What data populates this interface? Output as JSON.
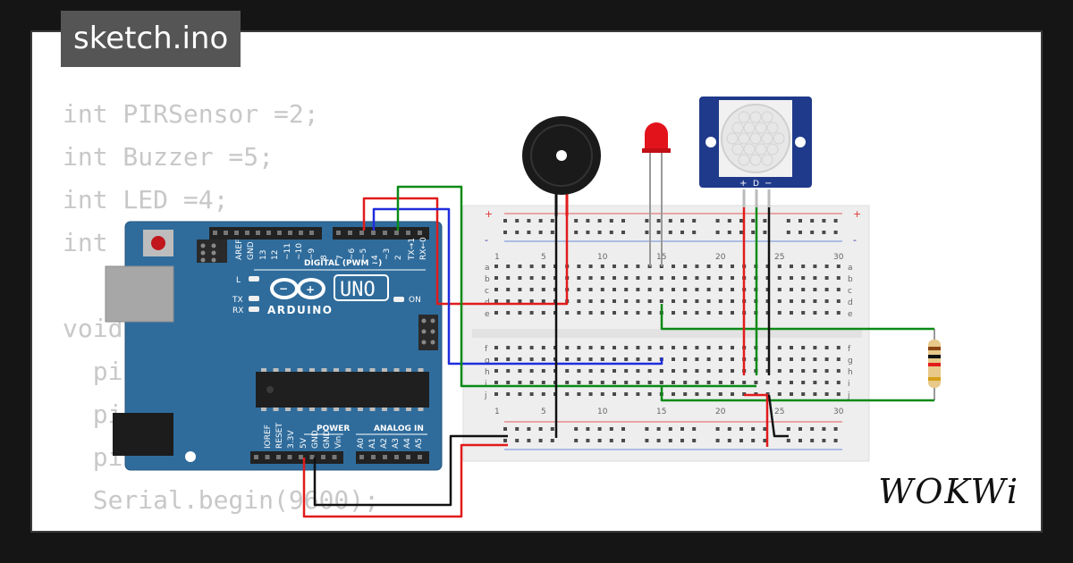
{
  "file_tab": {
    "label": "sketch.ino"
  },
  "code_lines": [
    "int PIRSensor =2;",
    "int Buzzer =5;",
    "int LED =4;",
    "int ",
    "",
    "void",
    "  pi",
    "  pi",
    "  pi",
    "  Serial.begin(9600);",
    "}"
  ],
  "arduino": {
    "brand_text": "ARDUINO",
    "model_text": "UNO",
    "digital_header": "DIGITAL (PWM ~)",
    "power_header": "POWER",
    "analog_header": "ANALOG IN",
    "on_label": "ON",
    "l_label": "L",
    "tx_label": "TX",
    "rx_label": "RX",
    "top_pins": [
      "AREF",
      "GND",
      "13",
      "12",
      "~11",
      "~10",
      "~9",
      "8",
      "7",
      "~6",
      "~5",
      "4",
      "~3",
      "2",
      "TX→1",
      "RX←0"
    ],
    "power_pins": [
      "IOREF",
      "RESET",
      "3.3V",
      "5V",
      "GND",
      "GND",
      "Vin"
    ],
    "analog_pins": [
      "A0",
      "A1",
      "A2",
      "A3",
      "A4",
      "A5"
    ]
  },
  "breadboard": {
    "column_labels": [
      "1",
      "5",
      "10",
      "15",
      "20",
      "25",
      "30"
    ],
    "row_labels_top": [
      "a",
      "b",
      "c",
      "d",
      "e"
    ],
    "row_labels_bottom": [
      "f",
      "g",
      "h",
      "i",
      "j"
    ],
    "rail_plus": "+",
    "rail_minus": "-"
  },
  "pir": {
    "pin_labels": [
      "+",
      "D",
      "−"
    ]
  },
  "colors": {
    "arduino_blue": "#2f6c9c",
    "wire_red": "#e11b1b",
    "wire_blue": "#1f2ddb",
    "wire_green": "#0a8a16",
    "wire_black": "#111111",
    "led_red": "#e3131b",
    "pir_blue": "#1f3a8a"
  },
  "brand": {
    "logo_text": "WOKWi"
  }
}
